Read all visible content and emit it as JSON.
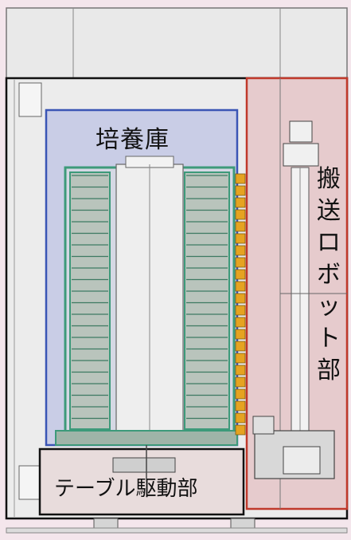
{
  "labels": {
    "incubator": "培養庫",
    "robot": "搬送ロボット部",
    "table_drive": "テーブル駆動部"
  },
  "colors": {
    "background": "#f4e6ec",
    "cabinet_fill": "#e9e9e9",
    "outline_black": "#111111",
    "incubator_frame": "#3a55b5",
    "incubator_fill": "#c9cde6",
    "rack_green": "#3d9a7a",
    "robot_frame": "#c0392b",
    "robot_fill": "#e6cbcd",
    "connector_orange": "#e5a321"
  }
}
